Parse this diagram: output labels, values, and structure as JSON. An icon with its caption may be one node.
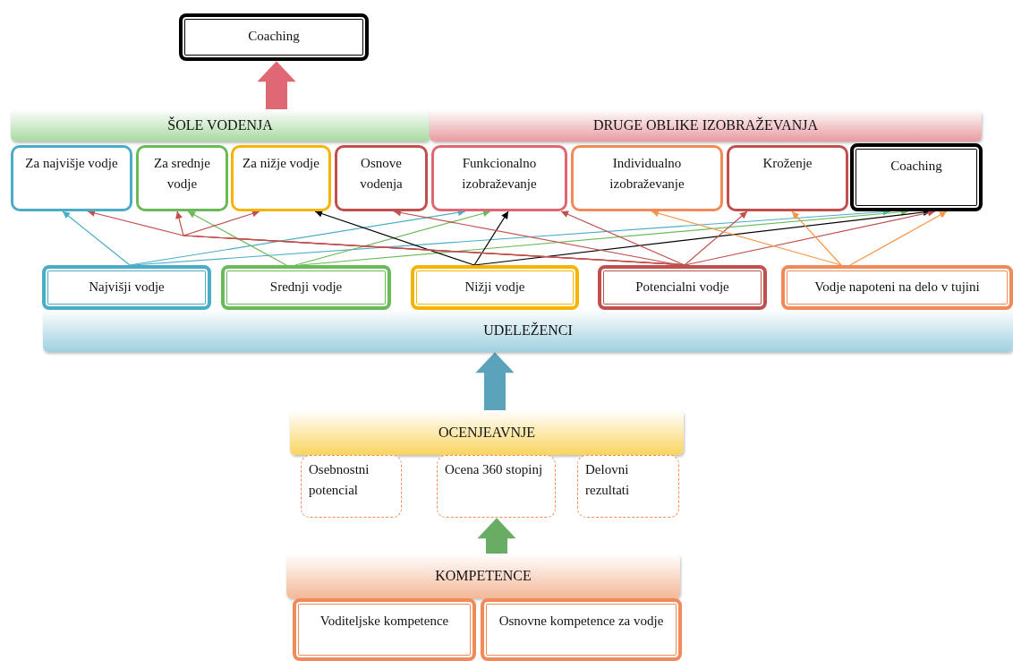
{
  "diagram": {
    "nodes": [
      {
        "text": [
          "Coaching"
        ]
      },
      {
        "text": [
          "ŠOLE VODENJA"
        ]
      },
      {
        "text": [
          "DRUGE OBLIKE IZOBRAŽEVANJA"
        ]
      },
      {
        "text": [
          "Za najvišje vodje"
        ]
      },
      {
        "text": [
          "Za srednje vodje"
        ]
      },
      {
        "text": [
          "Za nižje vodje"
        ]
      },
      {
        "text": [
          "Osnove vodenja"
        ]
      },
      {
        "text": [
          "Funkcionalno izobraževanje"
        ]
      },
      {
        "text": [
          "Individualno izobraževanje"
        ]
      },
      {
        "text": [
          "Kroženje"
        ]
      },
      {
        "text": [
          "Coaching"
        ]
      },
      {
        "text": [
          "UDELEŽENCI"
        ]
      },
      {
        "text": [
          "Najvišji vodje"
        ]
      },
      {
        "text": [
          "Srednji vodje"
        ]
      },
      {
        "text": [
          "Nižji vodje"
        ]
      },
      {
        "text": [
          "Potencialni vodje"
        ]
      },
      {
        "text": [
          "Vodje napoteni na delo v tujini"
        ]
      },
      {
        "text": [
          "OCENJEAVNJE"
        ]
      },
      {
        "text": [
          "Osebnostni potencial"
        ]
      },
      {
        "text": [
          "Ocena 360 stopinj"
        ]
      },
      {
        "text": [
          "Delovni rezultati"
        ]
      },
      {
        "text": [
          "KOMPETENCE"
        ]
      },
      {
        "text": [
          "Voditeljske kompetence"
        ]
      },
      {
        "text": [
          "Osnovne kompetence za vodje"
        ]
      }
    ],
    "edges": [
      {
        "from": 1,
        "to": 0,
        "arrow": "to",
        "style": "thick",
        "color": "#d9505e"
      },
      {
        "from": 12,
        "to": 3,
        "arrow": "to",
        "color": "#4bacc6"
      },
      {
        "from": 12,
        "to": 7,
        "arrow": "to",
        "color": "#4bacc6"
      },
      {
        "from": 12,
        "to": 10,
        "arrow": "to",
        "color": "#4bacc6"
      },
      {
        "from": 13,
        "to": 4,
        "arrow": "to",
        "color": "#6aba5a"
      },
      {
        "from": 13,
        "to": 7,
        "arrow": "to",
        "color": "#6aba5a"
      },
      {
        "from": 13,
        "to": 10,
        "arrow": "to",
        "color": "#6aba5a"
      },
      {
        "from": 14,
        "to": 5,
        "arrow": "to",
        "color": "#000000"
      },
      {
        "from": 14,
        "to": 7,
        "arrow": "to",
        "color": "#000000"
      },
      {
        "from": 14,
        "to": 10,
        "arrow": "to",
        "color": "#000000"
      },
      {
        "from": 15,
        "to": 3,
        "arrow": "to"
      },
      {
        "from": 15,
        "to": 4,
        "arrow": "to"
      },
      {
        "from": 15,
        "to": 5,
        "arrow": "to"
      },
      {
        "from": 15,
        "to": 6,
        "arrow": "to"
      },
      {
        "from": 15,
        "to": 8,
        "arrow": "to"
      },
      {
        "from": 15,
        "to": 9,
        "arrow": "to"
      },
      {
        "from": 15,
        "to": 10,
        "arrow": "to"
      },
      {
        "from": 16,
        "to": 8,
        "arrow": "to",
        "color": "#f79646"
      },
      {
        "from": 16,
        "to": 9,
        "arrow": "to",
        "color": "#f79646"
      },
      {
        "from": 16,
        "to": 10,
        "arrow": "to",
        "color": "#f79646"
      },
      {
        "from": 17,
        "to": 11,
        "arrow": "to",
        "style": "thick",
        "color": "#3f93b0"
      },
      {
        "from": 21,
        "to": 19,
        "arrow": "to",
        "style": "thick",
        "color": "#4f9e4a"
      }
    ]
  }
}
